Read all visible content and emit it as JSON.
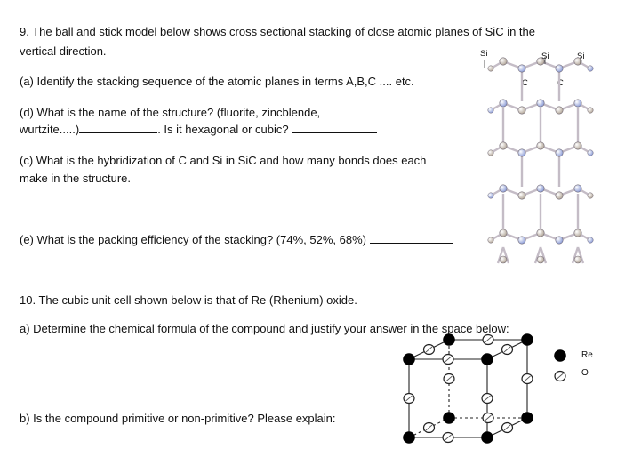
{
  "q9": {
    "line1": "9.  The ball and stick model below shows cross sectional stacking of close atomic planes of SiC in the",
    "line2": "vertical direction.",
    "a": "(a)  Identify the stacking sequence of the atomic planes in terms A,B,C .... etc.",
    "d1": "(d)  What is the name of the structure? (fluorite, zincblende,",
    "d2a": "wurtzite.....)",
    "d2b": ". Is it hexagonal or cubic?",
    "c1": "(c)  What is the hybridization of C and Si in SiC and how many bonds does each",
    "c2": "make in the structure.",
    "e": "(e)  What is the packing efficiency of the stacking? (74%, 52%, 68%)"
  },
  "model_labels": {
    "si1": "Si",
    "si2": "Si",
    "si3": "Si",
    "c1": "C",
    "c2": "C"
  },
  "q10": {
    "line1": "10.  The cubic unit cell shown below is that of Re (Rhenium) oxide.",
    "a": "a)  Determine the chemical formula of the compound and justify your answer in the space below:",
    "b": "b) Is the compound primitive or non-primitive? Please explain:"
  },
  "legend": {
    "re": "Re",
    "o": "O"
  },
  "colors": {
    "si": "#b5a99c",
    "c": "#8f9fd8",
    "stick": "#c4bcc6"
  }
}
